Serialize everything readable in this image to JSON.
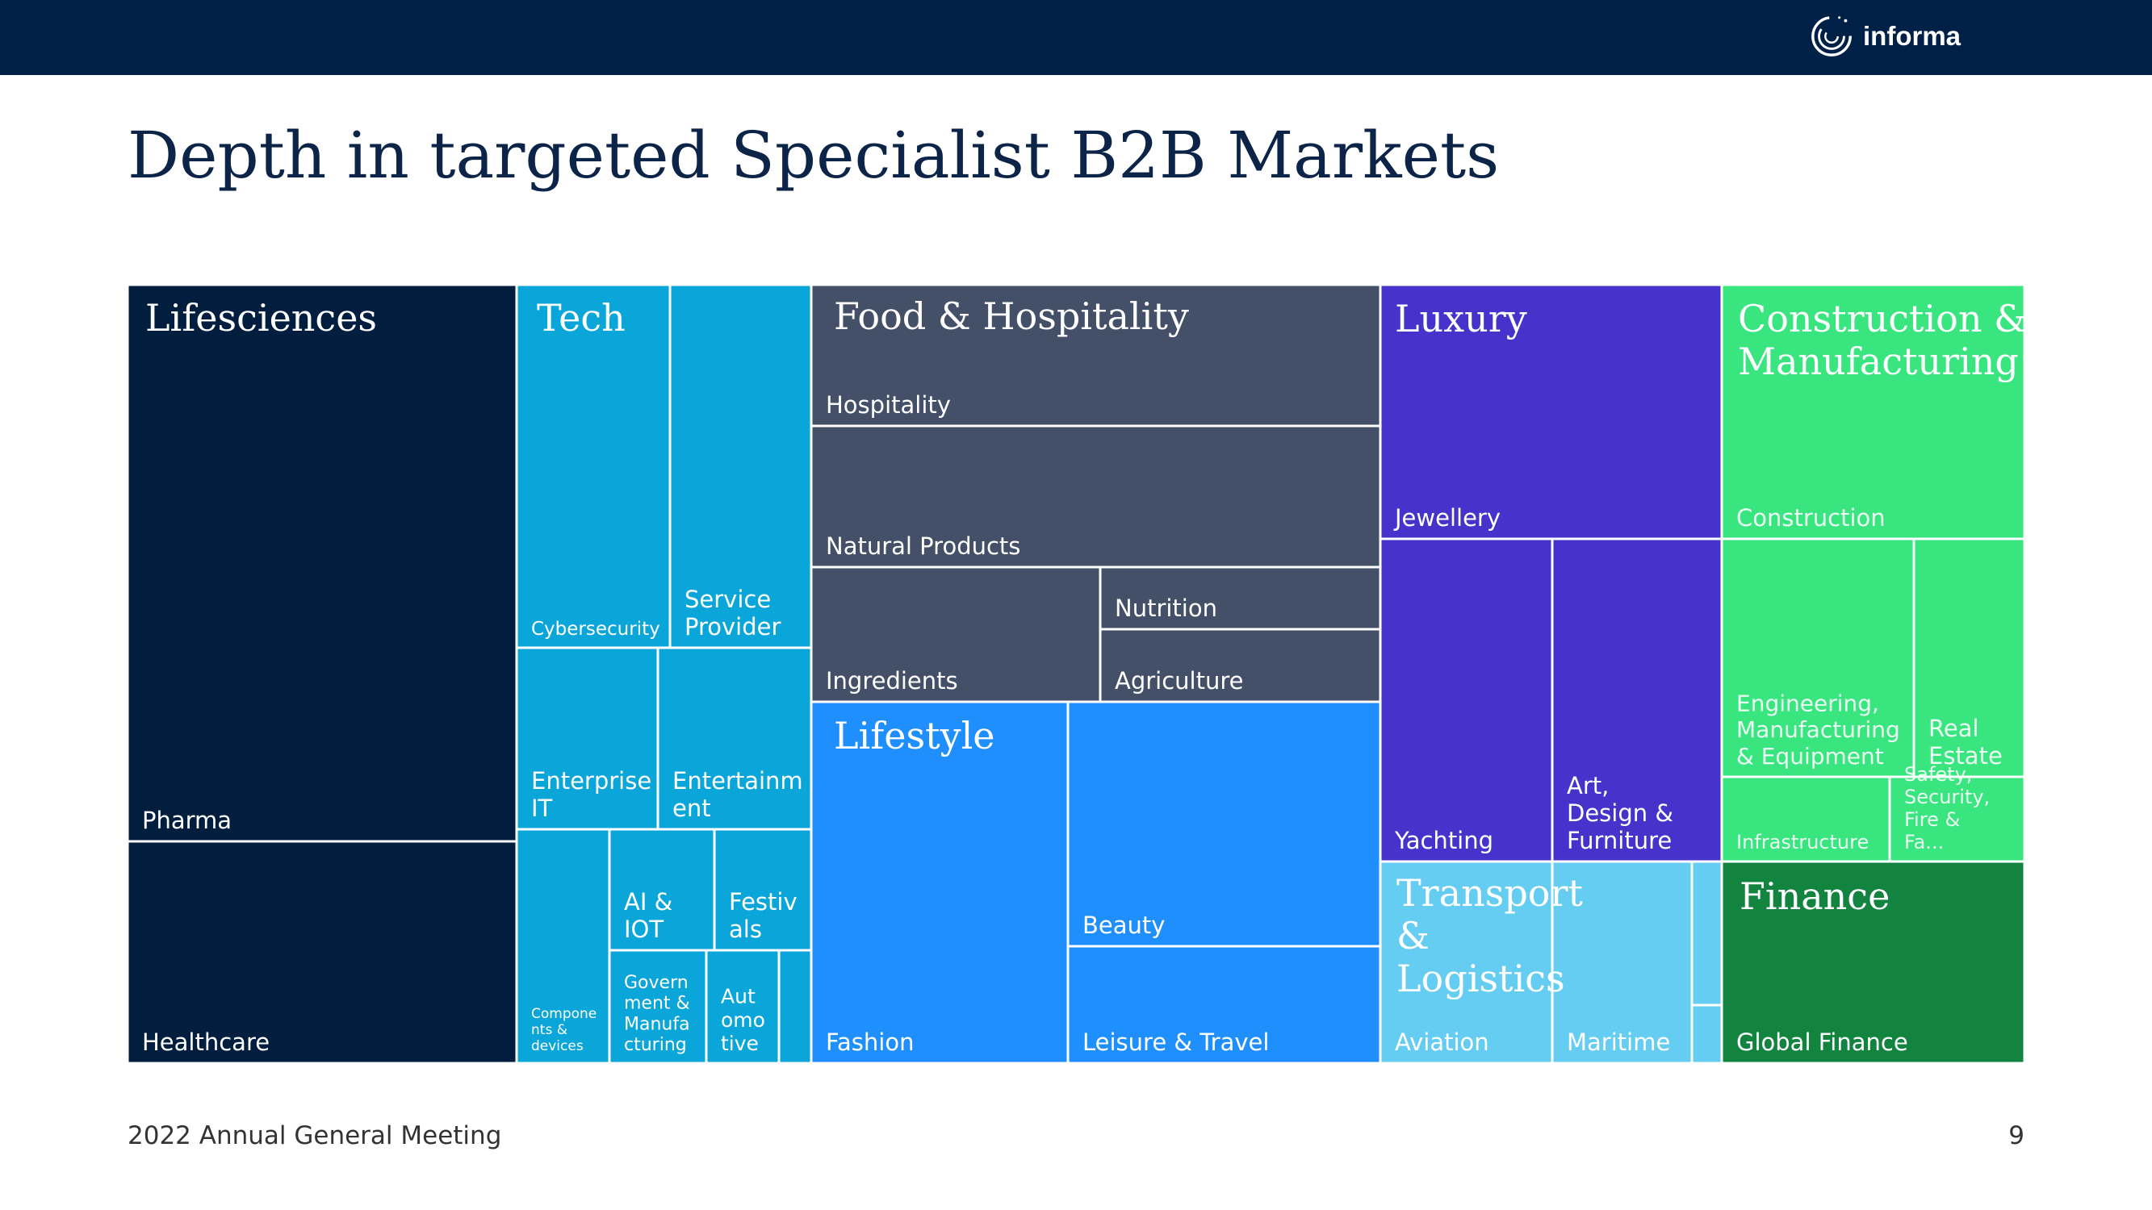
{
  "header": {
    "brand": "informa",
    "logo_icon": "informa-swirl-logo-icon",
    "bar_color": "#002147"
  },
  "slide": {
    "title": "Depth in targeted Specialist B2B Markets",
    "footer": "2022 Annual General Meeting",
    "page_number": "9"
  },
  "chart_data": {
    "type": "treemap",
    "title": "",
    "groups": [
      {
        "name": "Lifesciences",
        "color": "#011e3f",
        "children": [
          "Pharma",
          "Healthcare"
        ]
      },
      {
        "name": "Tech",
        "color": "#0ba6d9",
        "children": [
          "Cybersecurity",
          "Service Provider",
          "Enterprise IT",
          "Entertainment",
          "Components & devices",
          "AI & IOT",
          "Festivals",
          "Government & Manufacturing",
          "Automotive",
          ""
        ]
      },
      {
        "name": "Food & Hospitality",
        "color": "#435067",
        "children": [
          "Hospitality",
          "Natural Products",
          "Ingredients",
          "Nutrition",
          "Agriculture"
        ]
      },
      {
        "name": "Lifestyle",
        "color": "#1f8ffe",
        "children": [
          "Fashion",
          "Beauty",
          "Leisure & Travel"
        ]
      },
      {
        "name": "Luxury",
        "color": "#4733cc",
        "children": [
          "Jewellery",
          "Yachting",
          "Art, Design & Furniture"
        ]
      },
      {
        "name": "Transport & Logistics",
        "color": "#65cdf2",
        "children": [
          "Aviation",
          "Maritime",
          "",
          ""
        ]
      },
      {
        "name": "Construction & Manufacturing",
        "color": "#38e57f",
        "children": [
          "Construction",
          "Engineering, Manufacturing & Equipment",
          "Real Estate",
          "Infrastructure",
          "Safety, Security, Fire & Fa..."
        ]
      },
      {
        "name": "Finance",
        "color": "#12843f",
        "children": [
          "Global Finance"
        ]
      }
    ],
    "labels": {
      "Lifesciences": "Lifesciences",
      "Pharma": "Pharma",
      "Healthcare": "Healthcare",
      "Tech": "Tech",
      "Cybersecurity": "Cybersecurity",
      "ServiceProvider": "Service Provider",
      "EnterpriseIT": "Enterprise IT",
      "Entertainment": "Entertainm ent",
      "Components": "Compone nts & devices",
      "AIIOT": "AI & IOT",
      "Festivals": "Festiv als",
      "Government": "Govern ment & Manufa cturing",
      "Automotive": "Aut omo tive",
      "FoodHospitality": "Food & Hospitality",
      "Hospitality": "Hospitality",
      "NaturalProducts": "Natural Products",
      "Ingredients": "Ingredients",
      "Nutrition": "Nutrition",
      "Agriculture": "Agriculture",
      "Lifestyle": "Lifestyle",
      "Fashion": "Fashion",
      "Beauty": "Beauty",
      "LeisureTravel": "Leisure & Travel",
      "Luxury": "Luxury",
      "Jewellery": "Jewellery",
      "Yachting": "Yachting",
      "ArtDesign": "Art, Design & Furniture",
      "TransportLogistics": "Transport & Logistics",
      "Aviation": "Aviation",
      "Maritime": "Maritime",
      "ConstructionManufacturing": "Construction & Manufacturing",
      "Construction": "Construction",
      "Engineering": "Engineering, Manufacturing & Equipment",
      "RealEstate": "Real Estate",
      "Infrastructure": "Infrastructure",
      "Safety": "Safety, Security, Fire & Fa...",
      "Finance": "Finance",
      "GlobalFinance": "Global Finance"
    }
  }
}
